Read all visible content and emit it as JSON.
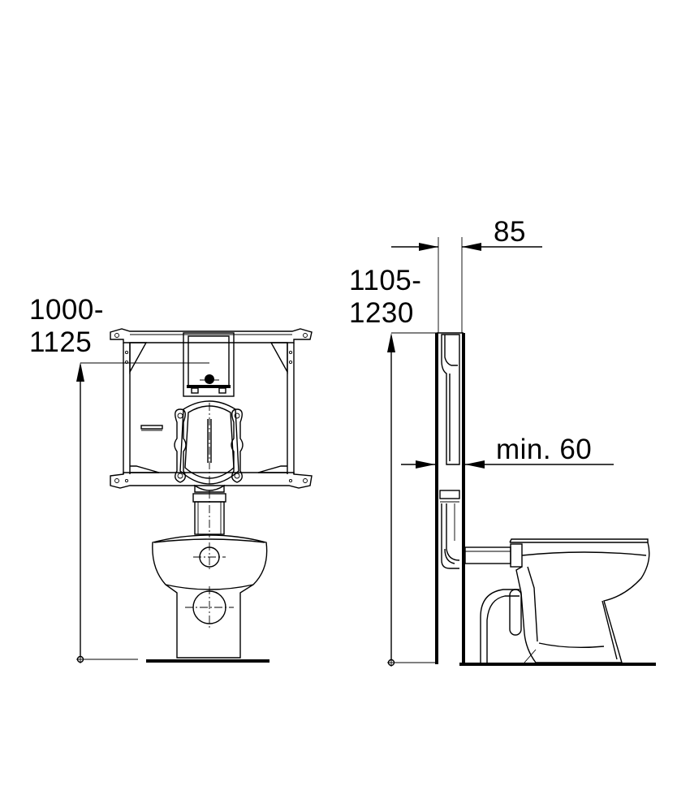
{
  "front_view": {
    "height_range_label": "1000-\n1125",
    "height_range_top": "1000-",
    "height_range_bottom": "1125"
  },
  "side_view": {
    "height_range_top": "1105-",
    "height_range_bottom": "1230",
    "depth_label": "85",
    "min_clearance_label": "min. 60"
  }
}
